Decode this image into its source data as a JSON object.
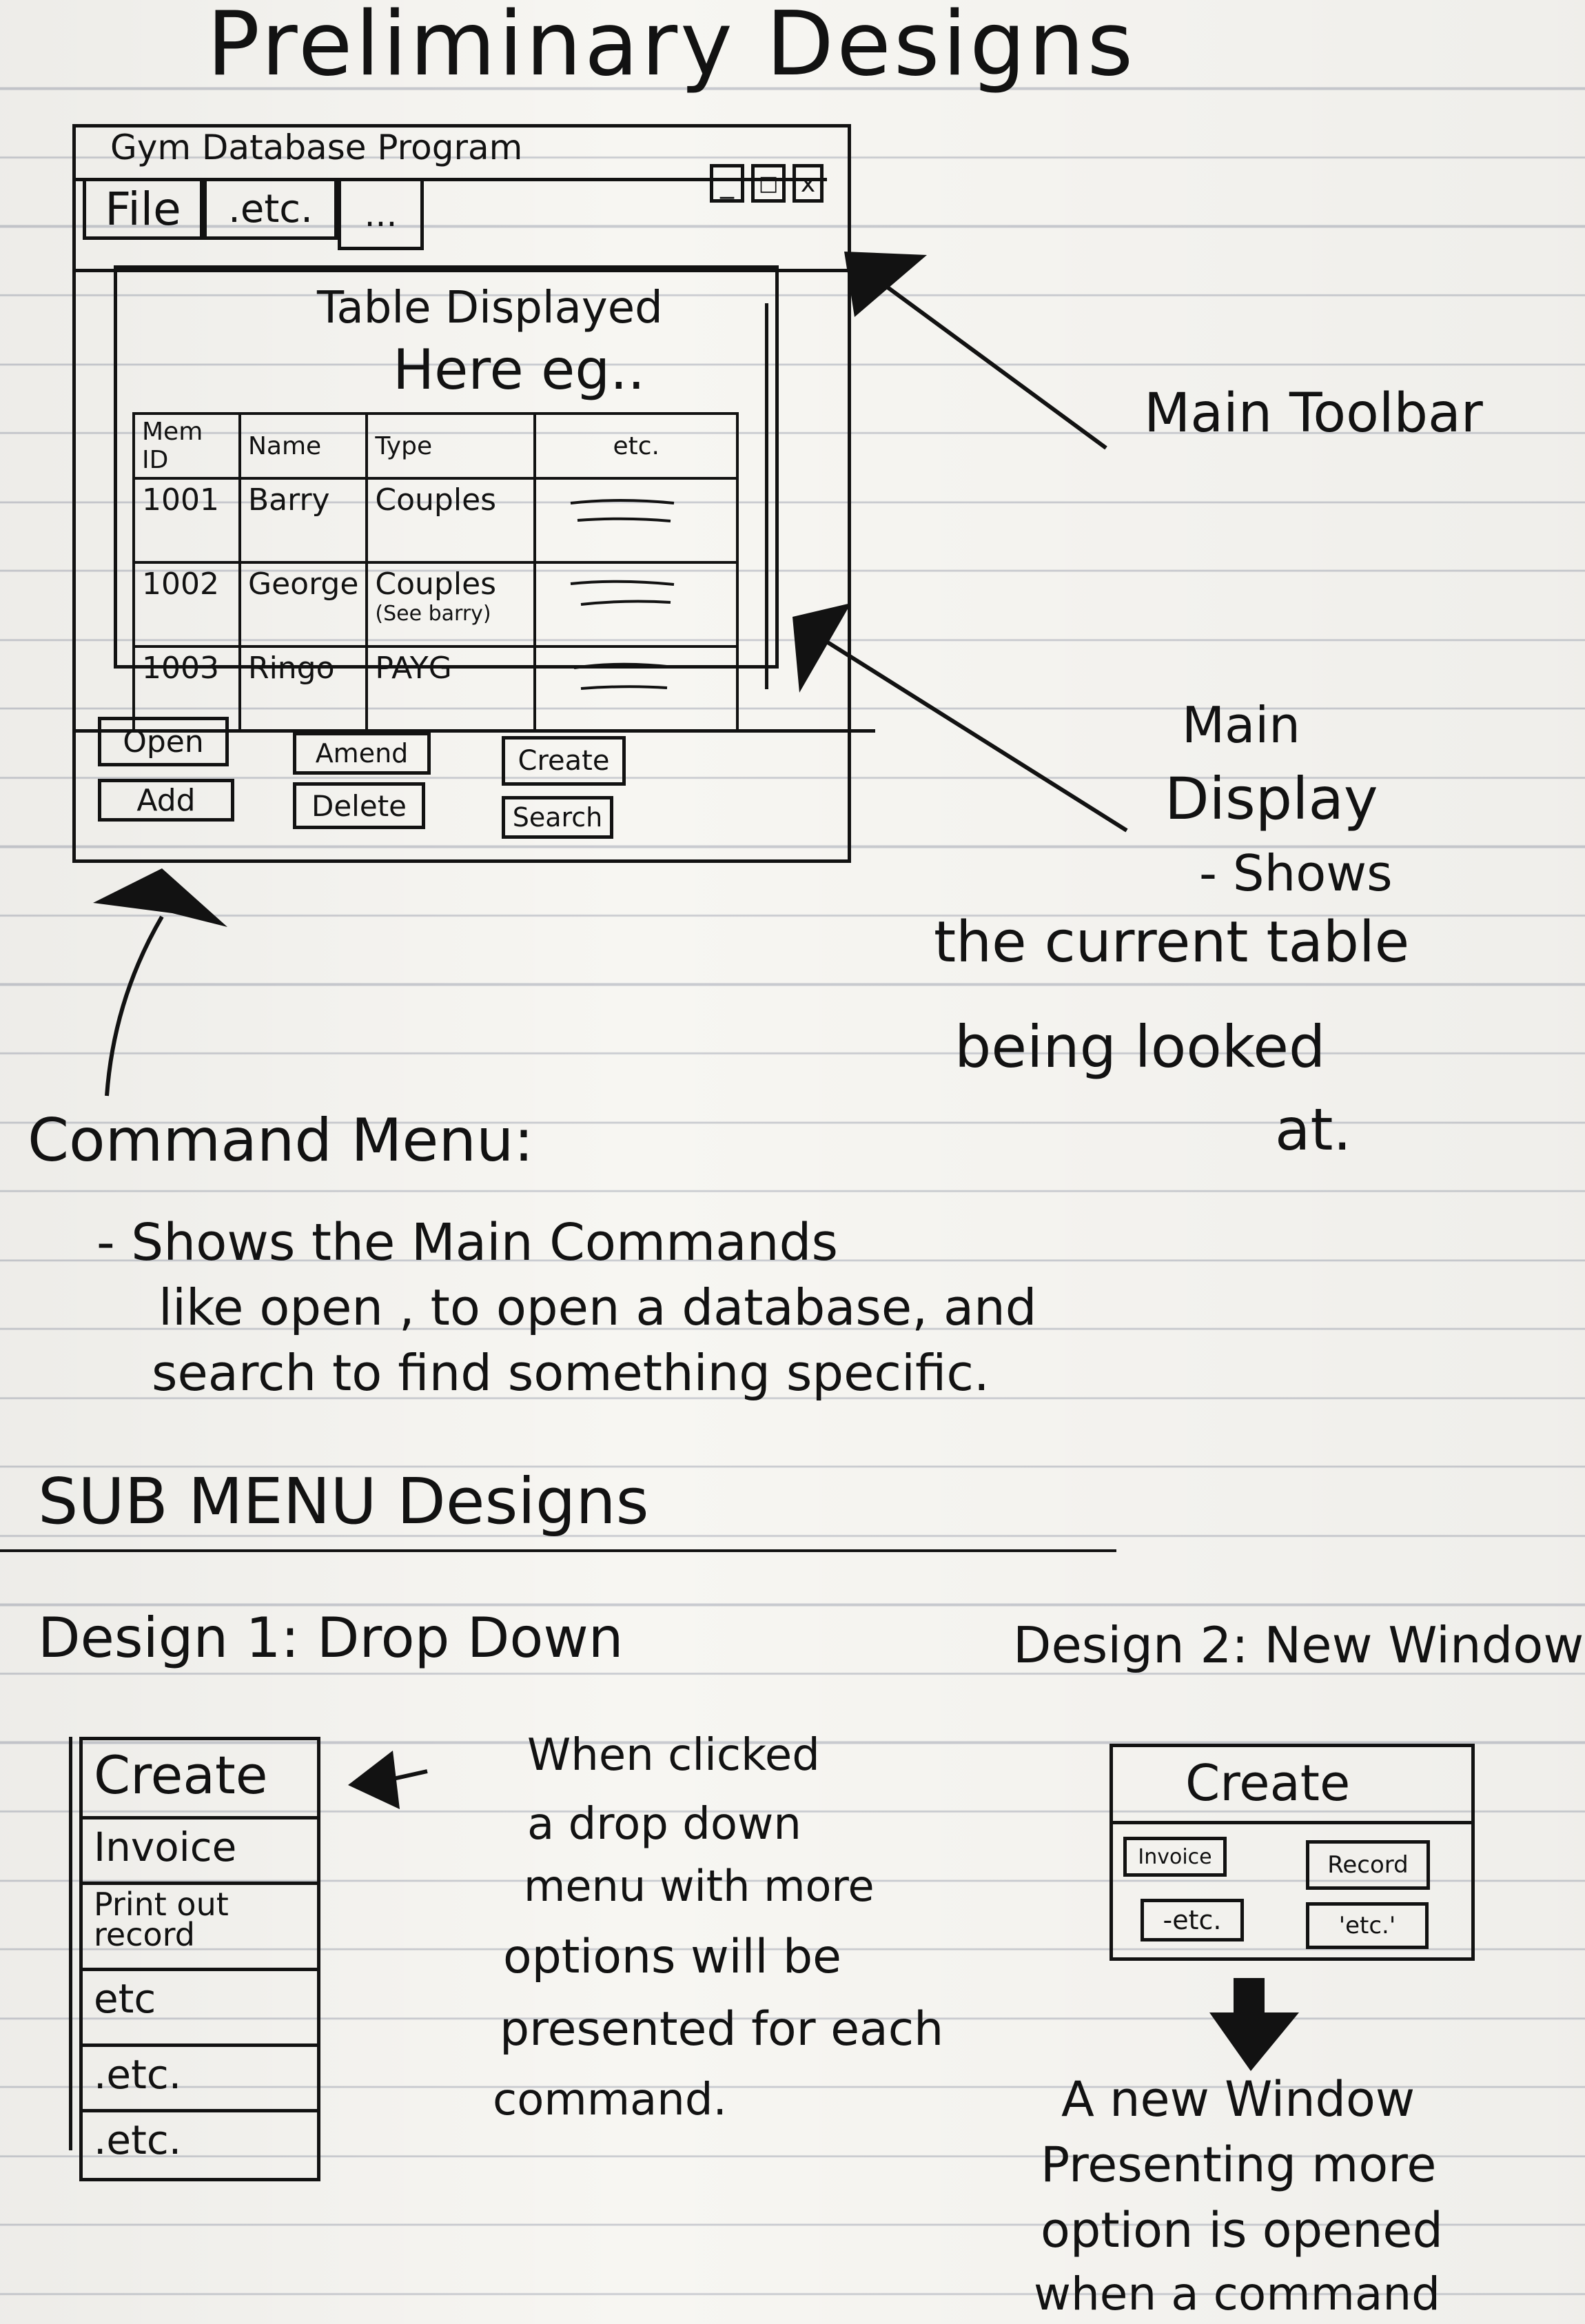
{
  "page": {
    "title": "Preliminary Designs"
  },
  "sketch_window": {
    "title": "Gym Database Program",
    "menu": [
      "File",
      ".etc.",
      "..."
    ],
    "window_controls": [
      "_",
      "□",
      "x"
    ],
    "display_caption": [
      "Table Displayed",
      "Here eg.."
    ],
    "table": {
      "headers": [
        "Mem ID",
        "Name",
        "Type",
        "etc."
      ],
      "rows": [
        {
          "id": "1001",
          "name": "Barry",
          "type": "Couples",
          "type_note": ""
        },
        {
          "id": "1002",
          "name": "George",
          "type": "Couples",
          "type_note": "(See barry)"
        },
        {
          "id": "1003",
          "name": "Ringo",
          "type": "PAYG",
          "type_note": ""
        }
      ]
    },
    "commands": [
      "Open",
      "Amend",
      "Create",
      "Add",
      "Delete",
      "Search"
    ]
  },
  "annotations": {
    "toolbar": "Main Toolbar",
    "display": [
      "Main",
      "Display",
      "- Shows",
      "the current table",
      "being looked",
      "at."
    ],
    "command_menu": {
      "title": "Command Menu:",
      "lines": [
        "- Shows  the Main Commands",
        "like  open , to open  a database, and",
        "search  to  find  something  specific."
      ]
    }
  },
  "sub_menu": {
    "heading": "SUB MENU  Designs",
    "design1": {
      "title": "Design 1: Drop Down",
      "items": [
        "Create",
        "Invoice",
        "Print out record",
        "etc",
        ".etc.",
        ".etc."
      ],
      "description": [
        "When clicked",
        "a drop down",
        "menu  with more",
        "options  will be",
        "presented  for each",
        "command."
      ]
    },
    "design2": {
      "title": "Design 2: New Window",
      "window_title": "Create",
      "buttons": [
        "Invoice",
        "Record",
        "-etc.",
        "'etc.'"
      ],
      "description": [
        "A new Window",
        "Presenting  more",
        "option  is  opened",
        "when  a  command"
      ]
    }
  }
}
